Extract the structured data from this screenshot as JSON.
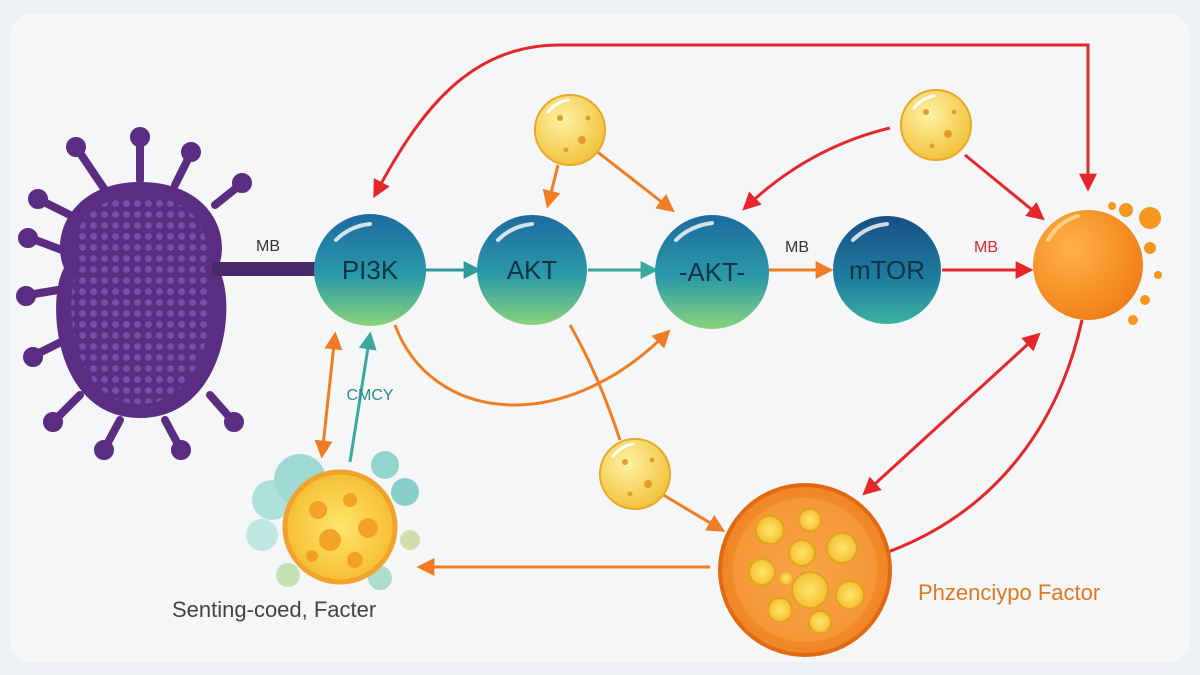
{
  "nodes": {
    "pi3k": "PI3K",
    "akt": "AKT",
    "akt2": "-AKT-",
    "mtor": "mTOR"
  },
  "edge_labels": {
    "cell_to_pi3k": "MB",
    "akt2_to_mtor": "MB",
    "mtor_to_out": "MB",
    "feedback": "CMCY"
  },
  "captions": {
    "left": "Senting-coed, Facter",
    "right": "Phzenciypo Factor"
  },
  "colors": {
    "background": "#eef1f4",
    "cell": "#5a2d82",
    "node_top": "#1f6fa3",
    "node_bottom": "#7ed07a",
    "red_arrow": "#e5262a",
    "orange_arrow": "#f07d23",
    "teal_arrow": "#3aa89a",
    "ligand": "#f6d04a",
    "orange_cell": "#f58a1f",
    "caption_dark": "#444444",
    "caption_orange": "#e0781f"
  }
}
